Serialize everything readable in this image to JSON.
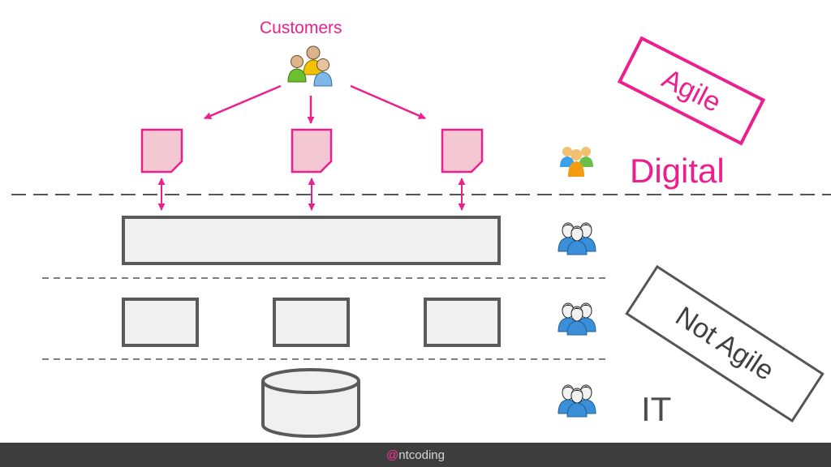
{
  "colors": {
    "accent": "#ec1f8e",
    "note_fill": "#f4c8d3",
    "box_stroke": "#5a5a5a",
    "box_fill": "#f0f0f0",
    "team_blue": "#3b8fd9",
    "footer_bg": "#3d3d3d"
  },
  "labels": {
    "customers": "Customers",
    "digital": "Digital",
    "it": "IT",
    "agile": "Agile",
    "not_agile": "Not Agile"
  },
  "footer": {
    "at_sign": "@",
    "handle": "ntcoding"
  },
  "icons": {
    "customers": "customers-group-icon",
    "digital_team": "digital-team-icon",
    "it_team": "it-team-icon"
  }
}
